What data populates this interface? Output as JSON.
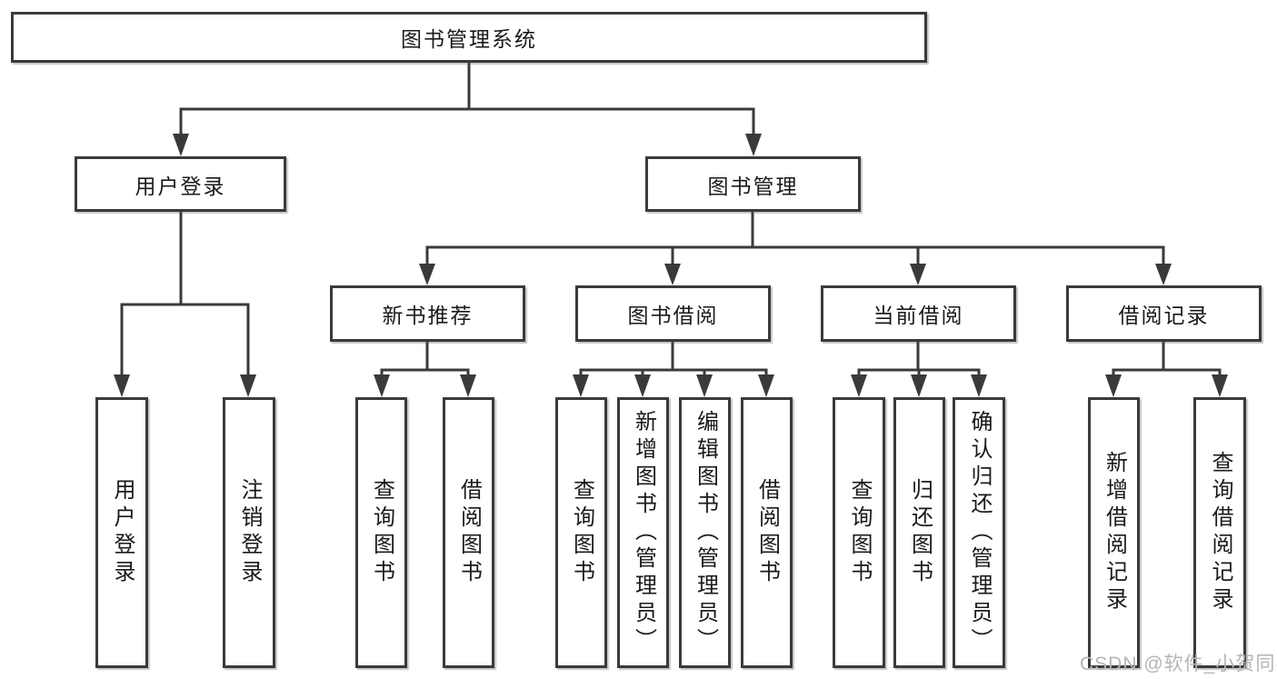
{
  "tree": {
    "root": {
      "label": "图书管理系统"
    },
    "branches": [
      {
        "label": "用户登录",
        "children": [
          {
            "label": "用户登录"
          },
          {
            "label": "注销登录"
          }
        ]
      },
      {
        "label": "图书管理",
        "children": [
          {
            "label": "新书推荐",
            "children": [
              {
                "label": "查询图书"
              },
              {
                "label": "借阅图书"
              }
            ]
          },
          {
            "label": "图书借阅",
            "children": [
              {
                "label": "查询图书"
              },
              {
                "label": "新增图书（管理员）"
              },
              {
                "label": "编辑图书（管理员）"
              },
              {
                "label": "借阅图书"
              }
            ]
          },
          {
            "label": "当前借阅",
            "children": [
              {
                "label": "查询图书"
              },
              {
                "label": "归还图书"
              },
              {
                "label": "确认归还（管理员）"
              }
            ]
          },
          {
            "label": "借阅记录",
            "children": [
              {
                "label": "新增借阅记录"
              },
              {
                "label": "查询借阅记录"
              }
            ]
          }
        ]
      }
    ]
  },
  "watermark": {
    "text": "CSDN @软件_小贺同学"
  },
  "colors": {
    "line": "#3a3a3a",
    "text": "#1a1a1a",
    "box_background": "#ffffff",
    "watermark": "#b5b5b5"
  }
}
